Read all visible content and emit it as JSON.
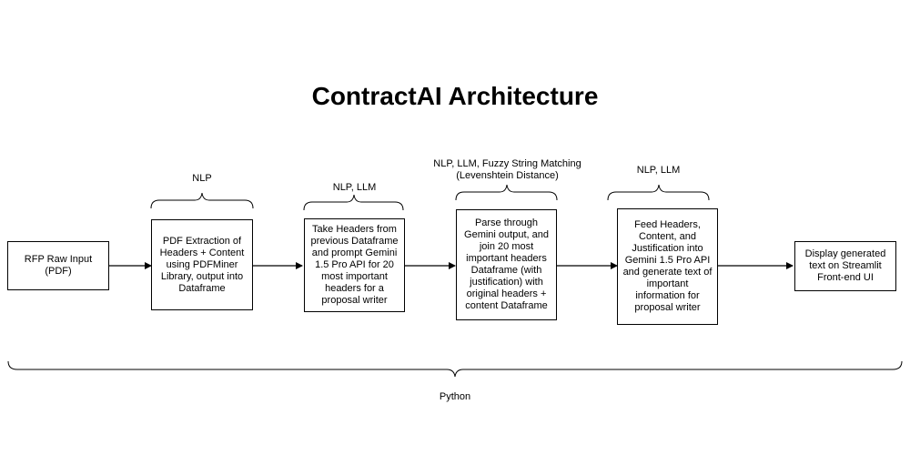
{
  "title": "ContractAI Architecture",
  "nodes": {
    "input": "RFP Raw Input (PDF)",
    "extract": "PDF Extraction of Headers + Content using PDFMiner Library, output into Dataframe",
    "headers": "Take Headers from previous Dataframe and prompt Gemini 1.5 Pro API for 20 most important headers for a proposal writer",
    "parse": "Parse through Gemini output, and join 20 most important headers Dataframe (with justification) with original headers + content Dataframe",
    "feed": "Feed Headers, Content, and Justification into Gemini 1.5 Pro API and generate text of important information for proposal writer",
    "display": "Display generated text on Streamlit Front-end UI"
  },
  "braces": {
    "extract": "NLP",
    "headers": "NLP, LLM",
    "parse": "NLP, LLM, Fuzzy String Matching (Levenshtein Distance)",
    "feed": "NLP, LLM",
    "overall": "Python"
  }
}
